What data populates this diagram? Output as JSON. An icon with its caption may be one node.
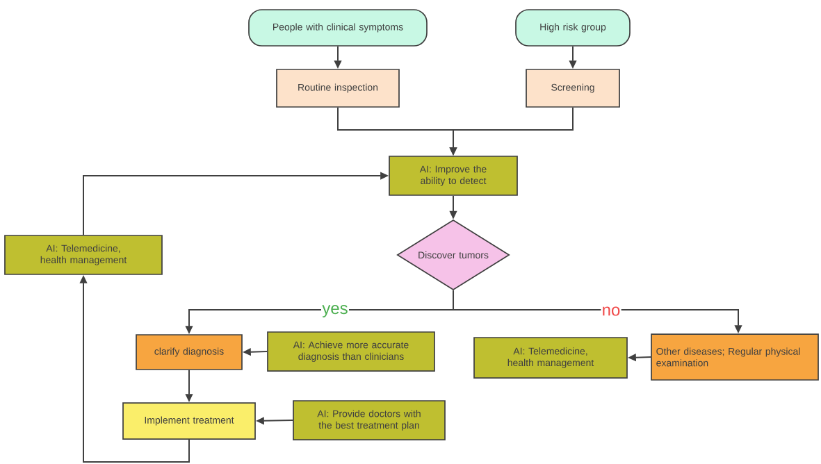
{
  "diagram": {
    "nodes": [
      {
        "text": [
          "People with clinical symptoms"
        ]
      },
      {
        "text": [
          "High risk group"
        ]
      },
      {
        "text": [
          "Routine inspection"
        ]
      },
      {
        "text": [
          "Screening"
        ]
      },
      {
        "text": [
          "AI: Improve the ability to detect"
        ]
      },
      {
        "text": [
          "Discover tumors"
        ]
      },
      {
        "text": [
          "AI: Telemedicine, health management"
        ]
      },
      {
        "text": [
          "clarify diagnosis"
        ]
      },
      {
        "text": [
          "AI: Achieve more accurate diagnosis than clinicians"
        ]
      },
      {
        "text": [
          "Implement treatment"
        ]
      },
      {
        "text": [
          "AI: Provide doctors with the best treatment plan"
        ]
      },
      {
        "text": [
          "AI: Telemedicine, health management"
        ]
      },
      {
        "text": [
          "Other diseases; Regular physical examination"
        ]
      }
    ],
    "edges": [
      {
        "from": 0,
        "to": 2,
        "arrow": "to"
      },
      {
        "from": 1,
        "to": 3,
        "arrow": "to"
      },
      {
        "from": 2,
        "to": 4,
        "arrow": "to"
      },
      {
        "from": 3,
        "to": 4,
        "arrow": "to"
      },
      {
        "from": 4,
        "to": 5,
        "arrow": "to"
      },
      {
        "from": 5,
        "to": 7,
        "arrow": "to",
        "label": "yes"
      },
      {
        "from": 5,
        "to": 12,
        "arrow": "to",
        "label": "no"
      },
      {
        "from": 8,
        "to": 7,
        "arrow": "to"
      },
      {
        "from": 7,
        "to": 9,
        "arrow": "to"
      },
      {
        "from": 10,
        "to": 9,
        "arrow": "to"
      },
      {
        "from": 12,
        "to": 11,
        "arrow": "to"
      },
      {
        "from": 9,
        "to": 6,
        "arrow": "to"
      },
      {
        "from": 6,
        "to": 4,
        "arrow": "to"
      }
    ]
  }
}
